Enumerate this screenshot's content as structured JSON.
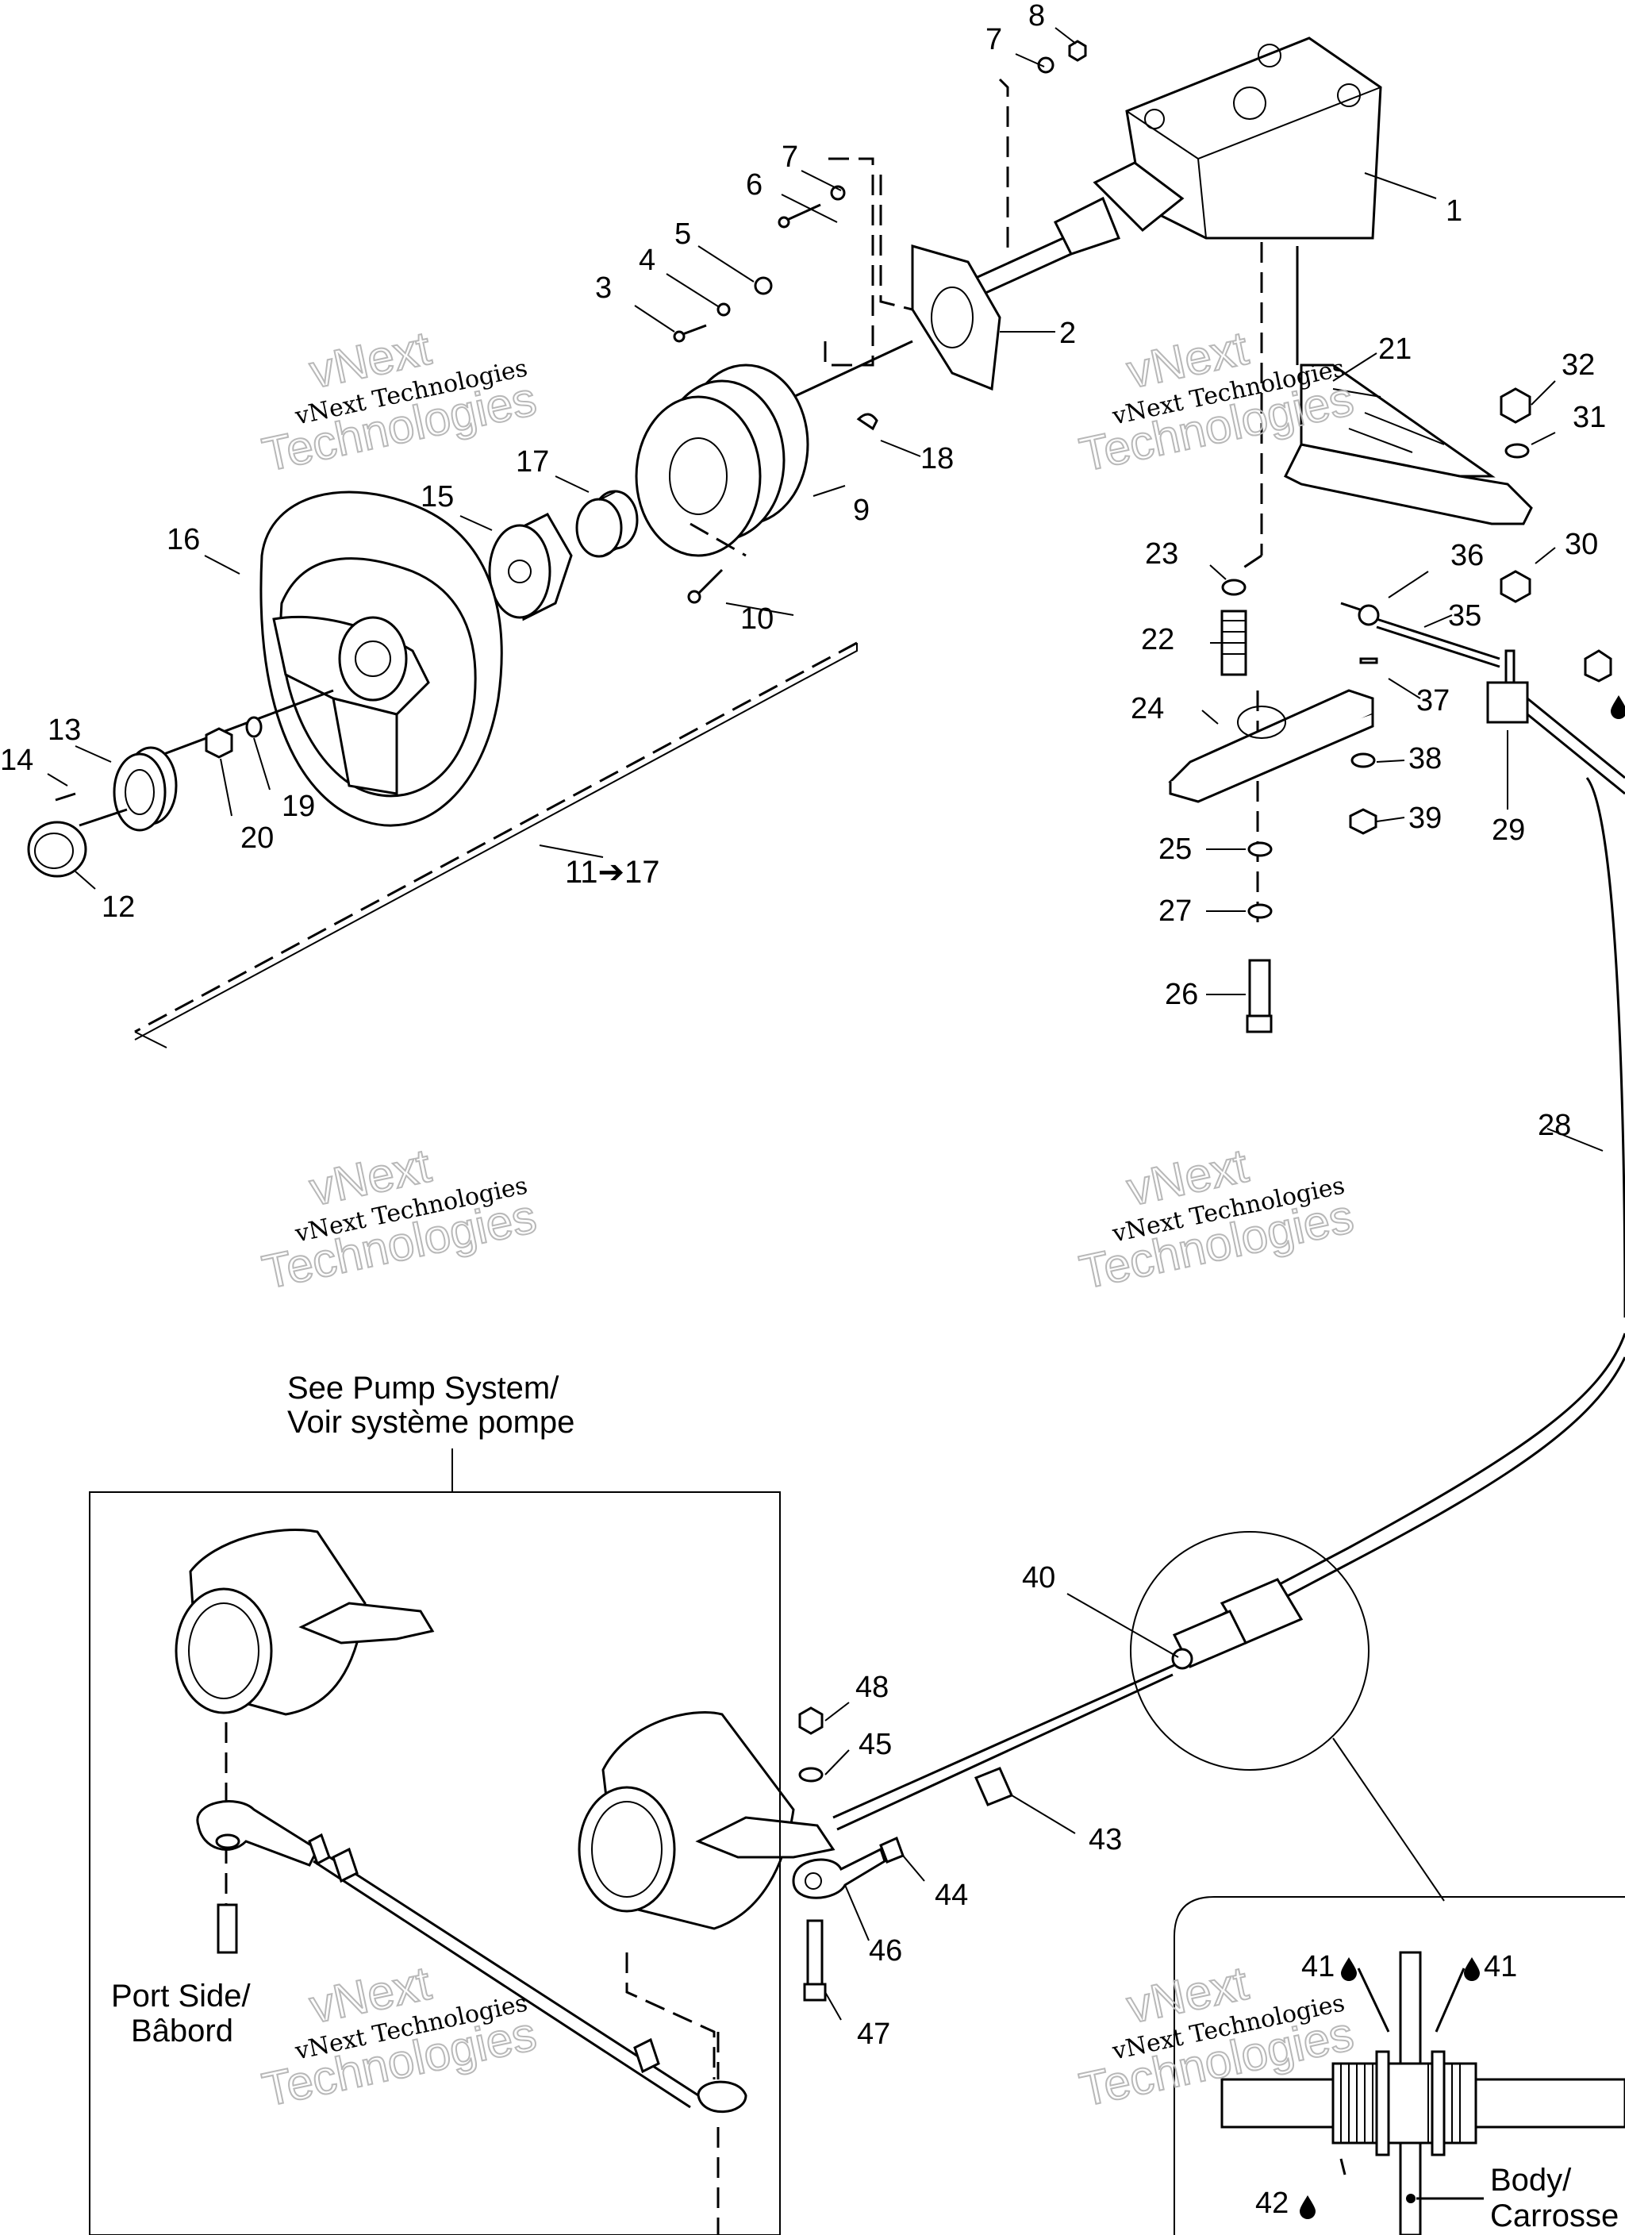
{
  "watermark": {
    "line1": "vNext",
    "line2": "vNext Technologies",
    "line3": "Technologies"
  },
  "notes": {
    "steering_assembly": "11➔17",
    "see_pump_line1": "See Pump System/",
    "see_pump_line2": "Voir système pompe",
    "port_side_line1": "Port Side/",
    "port_side_line2": "Bâbord",
    "body_line1": "Body/",
    "body_line2": "Carrosse"
  },
  "callouts": [
    "1",
    "2",
    "3",
    "4",
    "5",
    "6",
    "7",
    "7",
    "8",
    "9",
    "10",
    "12",
    "13",
    "14",
    "15",
    "16",
    "17",
    "18",
    "19",
    "20",
    "21",
    "22",
    "23",
    "24",
    "25",
    "26",
    "27",
    "28",
    "29",
    "30",
    "31",
    "32",
    "35",
    "36",
    "37",
    "38",
    "39",
    "40",
    "41",
    "41",
    "42",
    "43",
    "44",
    "45",
    "46",
    "47",
    "48"
  ],
  "icons": {
    "sealant": "drop-icon"
  }
}
